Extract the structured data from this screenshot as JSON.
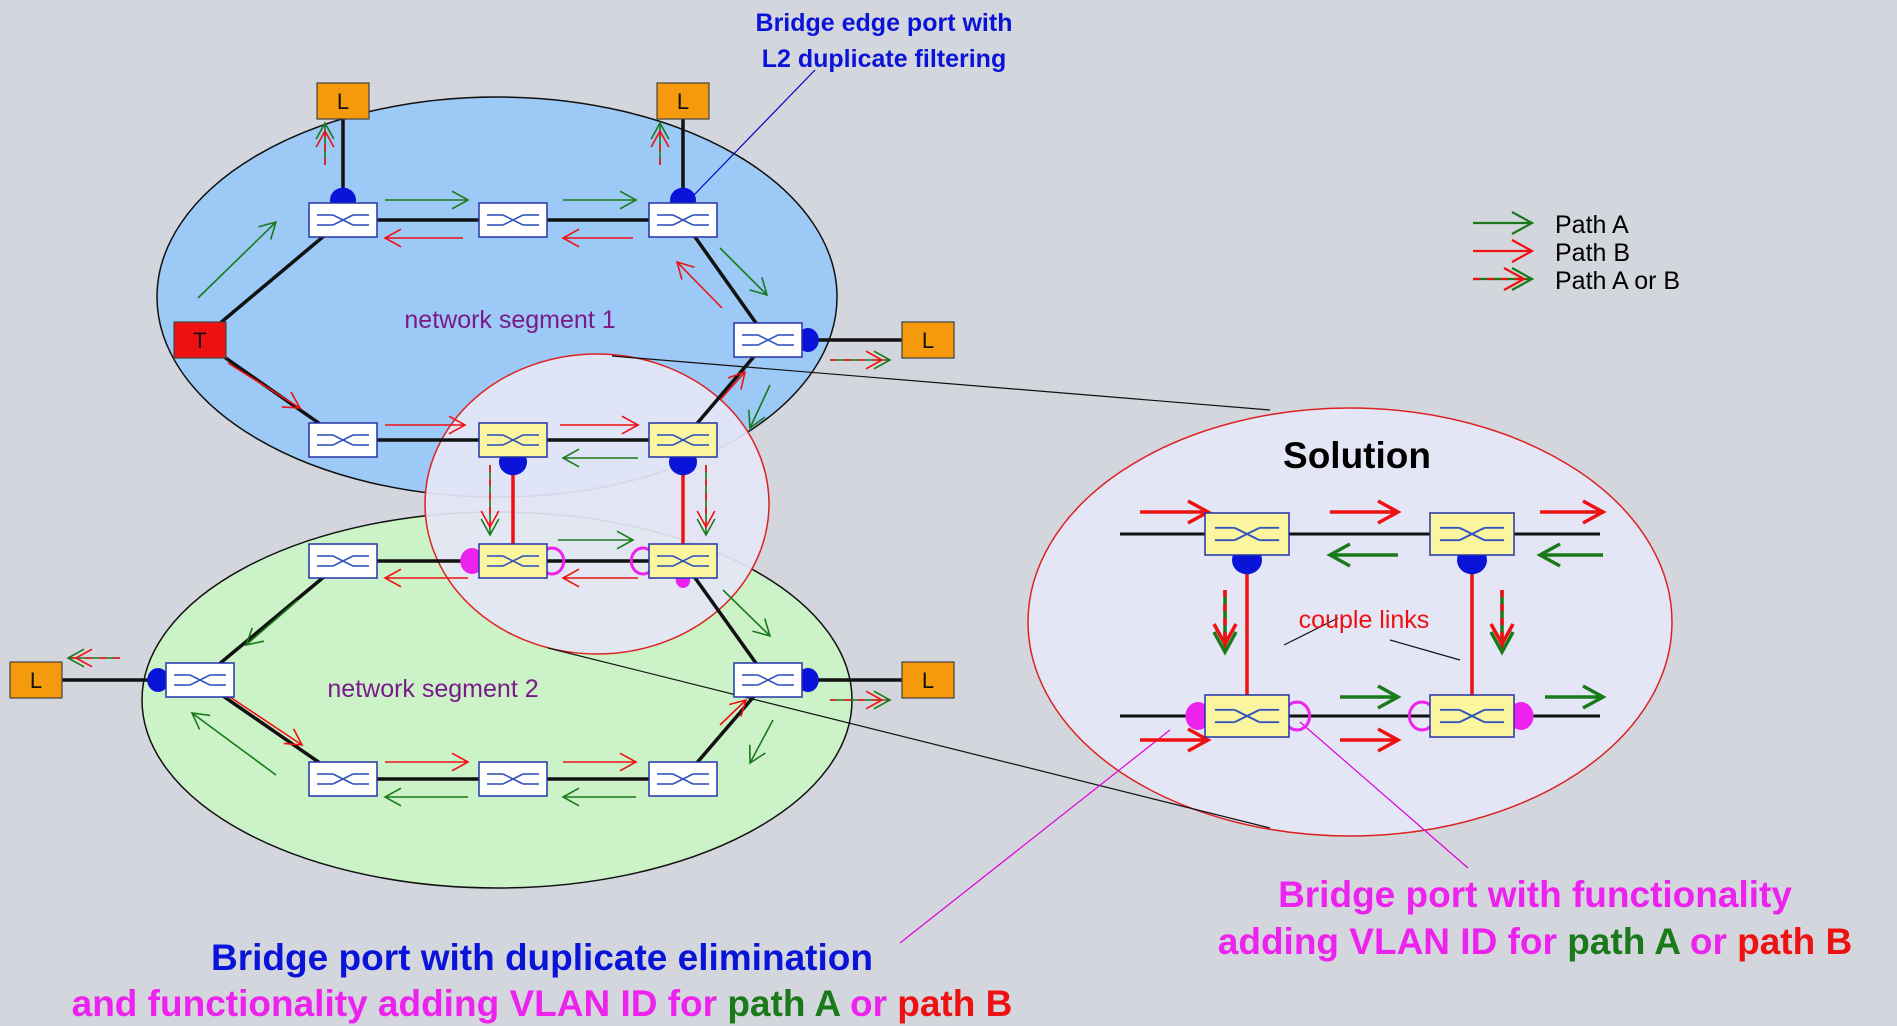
{
  "annotations": {
    "edge_port": [
      "Bridge edge port with",
      "L2 duplicate filtering"
    ],
    "right_port": [
      "Bridge port with functionality",
      "adding VLAN ID for ",
      "path A",
      " or ",
      "path B"
    ],
    "bottom_port": [
      "Bridge port with duplicate elimination",
      "and functionality adding VLAN ID for ",
      "path A",
      " or ",
      "path B"
    ]
  },
  "segments": {
    "segment1": "network segment 1",
    "segment2": "network segment 2"
  },
  "node_labels": {
    "talker": "T",
    "listener": "L"
  },
  "solution": {
    "title": "Solution",
    "couple_links": "couple links"
  },
  "legend": [
    {
      "label": "Path A",
      "color": "#1a7a1a"
    },
    {
      "label": "Path B",
      "color": "#ee1111"
    },
    {
      "label": "Path A or B",
      "color": "mixed"
    }
  ],
  "colors": {
    "background": "#d4d6dd",
    "segment1_fill": "#9cc9f5",
    "segment2_fill": "#ccf2c8",
    "zoom_fill": "#e4e6f5",
    "zoom_stroke": "#dd2222",
    "path_a": "#1a7a1a",
    "path_b": "#ee1111",
    "edge_port": "#0a14d8",
    "vlan_port": "#ee22ee",
    "listener": "#f59a0c",
    "talker": "#ee1111",
    "new_bridge": "#fbf5a0",
    "bridge": "#ffffff"
  }
}
